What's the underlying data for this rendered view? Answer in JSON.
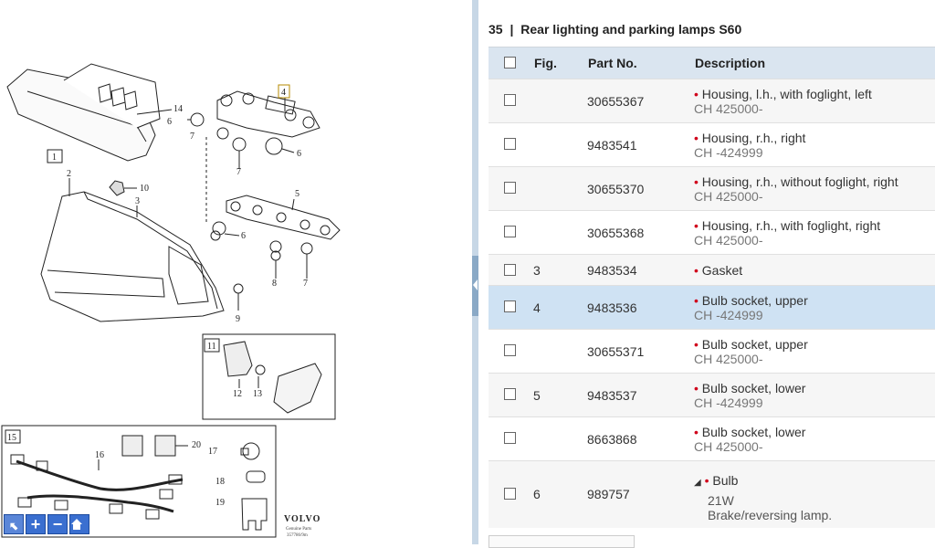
{
  "diagram": {
    "callouts": [
      "1",
      "2",
      "3",
      "4",
      "5",
      "6",
      "6",
      "6",
      "7",
      "7",
      "7",
      "8",
      "9",
      "10",
      "11",
      "12",
      "13",
      "14",
      "15",
      "16",
      "17",
      "18",
      "19",
      "20"
    ],
    "brand": "VOLVO",
    "caption_line1": "Genuine Parts",
    "caption_line2": "357786/9m",
    "toolbar": {
      "select": "select-tool",
      "zoom_in": "+",
      "zoom_out": "−",
      "home": "home-icon"
    }
  },
  "section": {
    "number": "35",
    "separator": "|",
    "title": "Rear lighting and parking lamps S60"
  },
  "table": {
    "headers": {
      "fig": "Fig.",
      "part_no": "Part No.",
      "description": "Description"
    },
    "rows": [
      {
        "fig": "",
        "part_no": "30655367",
        "desc": "Housing, l.h., with foglight, left",
        "sub": "CH 425000-"
      },
      {
        "fig": "",
        "part_no": "9483541",
        "desc": "Housing, r.h., right",
        "sub": "CH -424999"
      },
      {
        "fig": "",
        "part_no": "30655370",
        "desc": "Housing, r.h., without foglight, right",
        "sub": "CH 425000-"
      },
      {
        "fig": "",
        "part_no": "30655368",
        "desc": "Housing, r.h., with foglight, right",
        "sub": "CH 425000-"
      },
      {
        "fig": "3",
        "part_no": "9483534",
        "desc": "Gasket",
        "sub": ""
      },
      {
        "fig": "4",
        "part_no": "9483536",
        "desc": "Bulb socket, upper",
        "sub": "CH -424999"
      },
      {
        "fig": "",
        "part_no": "30655371",
        "desc": "Bulb socket, upper",
        "sub": "CH 425000-"
      },
      {
        "fig": "5",
        "part_no": "9483537",
        "desc": "Bulb socket, lower",
        "sub": "CH -424999"
      },
      {
        "fig": "",
        "part_no": "8663868",
        "desc": "Bulb socket, lower",
        "sub": "CH 425000-"
      },
      {
        "fig": "6",
        "part_no": "989757",
        "desc": "Bulb",
        "sub": "21W",
        "sub2": "Brake/reversing lamp."
      }
    ],
    "bullet": "•",
    "expand_marker": "◢"
  },
  "colors": {
    "header_bg": "#dae5f0",
    "selected_row": "#cfe2f3",
    "bullet": "#d0021b",
    "splitter": "#c7d7e6"
  }
}
